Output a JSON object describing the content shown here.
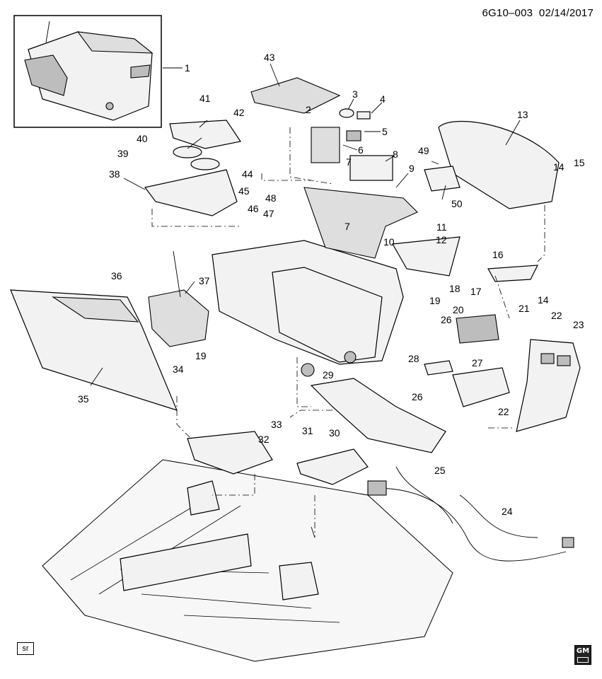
{
  "header": {
    "code": "6G10–003",
    "date": "02/14/2017"
  },
  "footer": {
    "sr_label": "sr",
    "logo_text": "GM"
  },
  "callouts": [
    "1",
    "2",
    "3",
    "4",
    "5",
    "6",
    "7",
    "7",
    "8",
    "9",
    "10",
    "11",
    "12",
    "13",
    "14",
    "14",
    "15",
    "16",
    "17",
    "18",
    "19",
    "19",
    "20",
    "21",
    "22",
    "22",
    "23",
    "24",
    "25",
    "26",
    "26",
    "27",
    "28",
    "29",
    "30",
    "31",
    "32",
    "33",
    "34",
    "35",
    "36",
    "37",
    "38",
    "39",
    "40",
    "41",
    "42",
    "43",
    "44",
    "45",
    "46",
    "47",
    "48",
    "49",
    "50"
  ]
}
